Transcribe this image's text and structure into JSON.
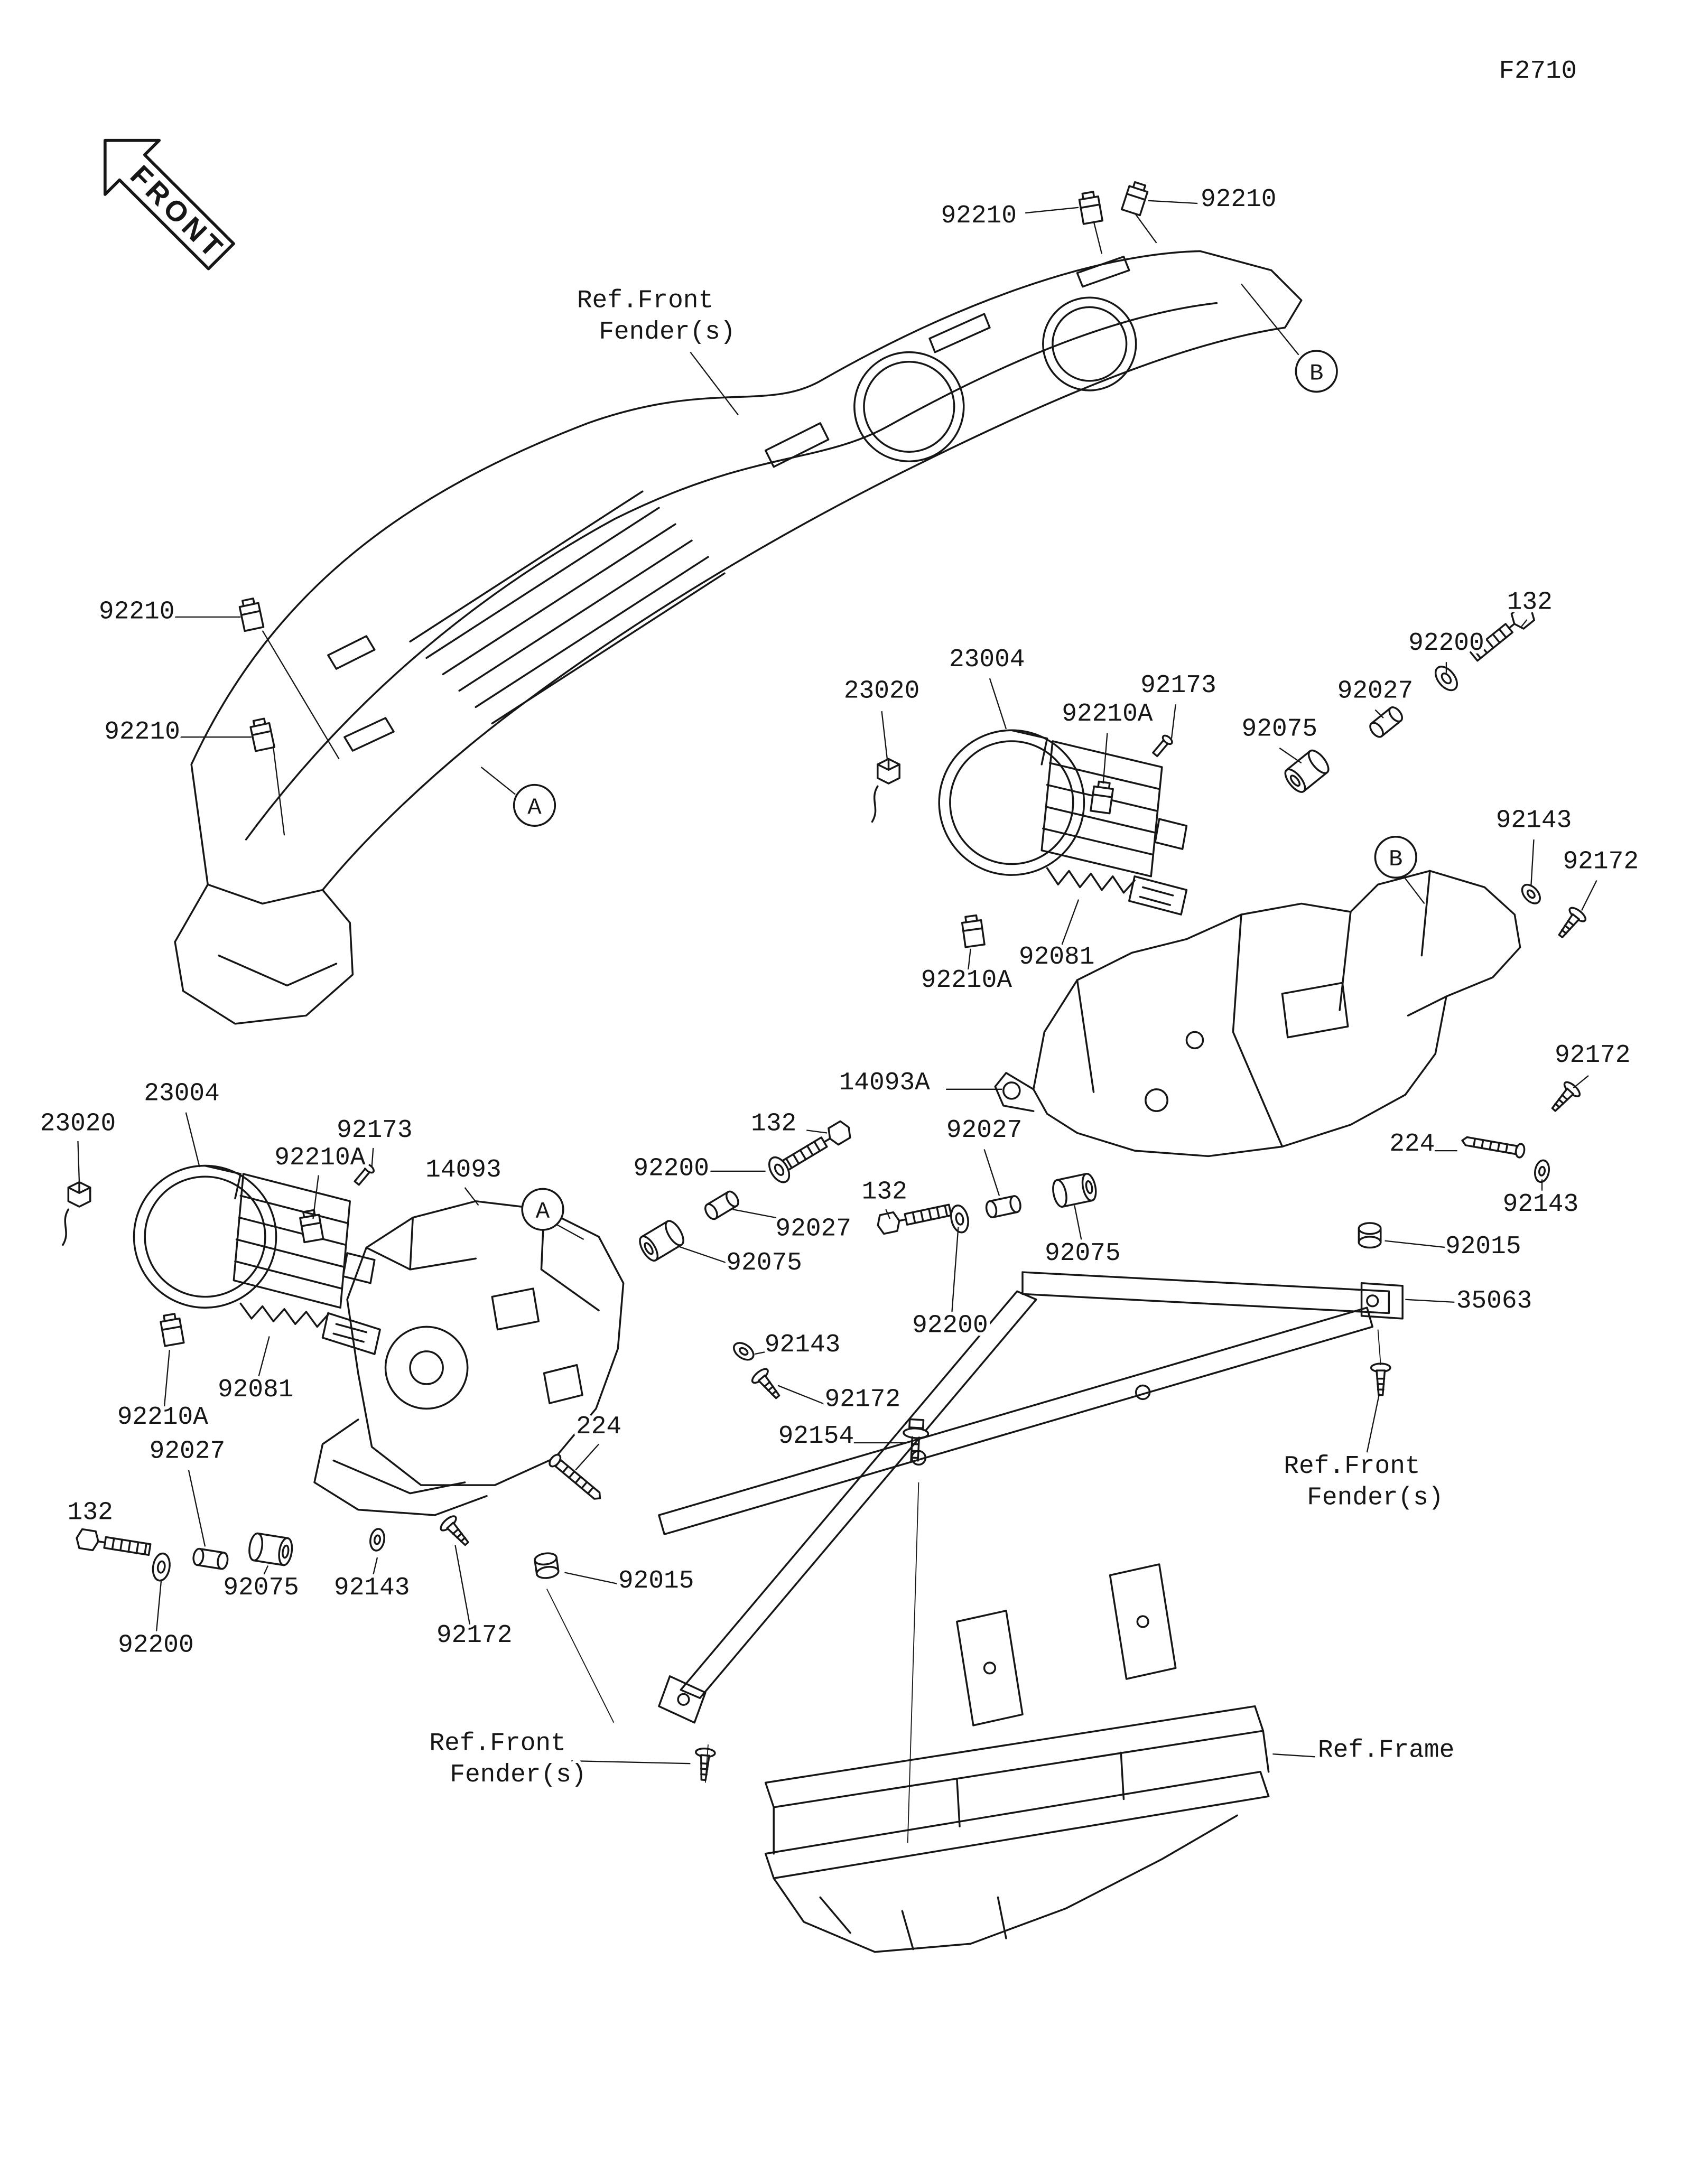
{
  "figure": {
    "code": "F2710",
    "front_label": "FRONT"
  },
  "balloons": [
    {
      "letter": "B"
    },
    {
      "letter": "A"
    },
    {
      "letter": "B"
    },
    {
      "letter": "A"
    }
  ],
  "callouts": [
    {
      "text": "92210"
    },
    {
      "text": "92210"
    },
    {
      "text": "Ref.Front"
    },
    {
      "text": "Fender(s)"
    },
    {
      "text": "92210"
    },
    {
      "text": "92210"
    },
    {
      "text": "23020"
    },
    {
      "text": "23004"
    },
    {
      "text": "92210A"
    },
    {
      "text": "92173"
    },
    {
      "text": "92075"
    },
    {
      "text": "92027"
    },
    {
      "text": "92200"
    },
    {
      "text": "132"
    },
    {
      "text": "92143"
    },
    {
      "text": "92172"
    },
    {
      "text": "92210A"
    },
    {
      "text": "92081"
    },
    {
      "text": "14093A"
    },
    {
      "text": "92172"
    },
    {
      "text": "224"
    },
    {
      "text": "92143"
    },
    {
      "text": "92015"
    },
    {
      "text": "35063"
    },
    {
      "text": "132"
    },
    {
      "text": "92200"
    },
    {
      "text": "92027"
    },
    {
      "text": "92075"
    },
    {
      "text": "92027"
    },
    {
      "text": "132"
    },
    {
      "text": "92075"
    },
    {
      "text": "92200"
    },
    {
      "text": "23020"
    },
    {
      "text": "23004"
    },
    {
      "text": "92173"
    },
    {
      "text": "92210A"
    },
    {
      "text": "14093"
    },
    {
      "text": "92081"
    },
    {
      "text": "92210A"
    },
    {
      "text": "92027"
    },
    {
      "text": "132"
    },
    {
      "text": "92075"
    },
    {
      "text": "92143"
    },
    {
      "text": "92200"
    },
    {
      "text": "92172"
    },
    {
      "text": "224"
    },
    {
      "text": "92143"
    },
    {
      "text": "92172"
    },
    {
      "text": "92154"
    },
    {
      "text": "92015"
    },
    {
      "text": "Ref.Front"
    },
    {
      "text": "Fender(s)"
    },
    {
      "text": "Ref.Front"
    },
    {
      "text": "Fender(s)"
    },
    {
      "text": "Ref.Frame"
    }
  ]
}
